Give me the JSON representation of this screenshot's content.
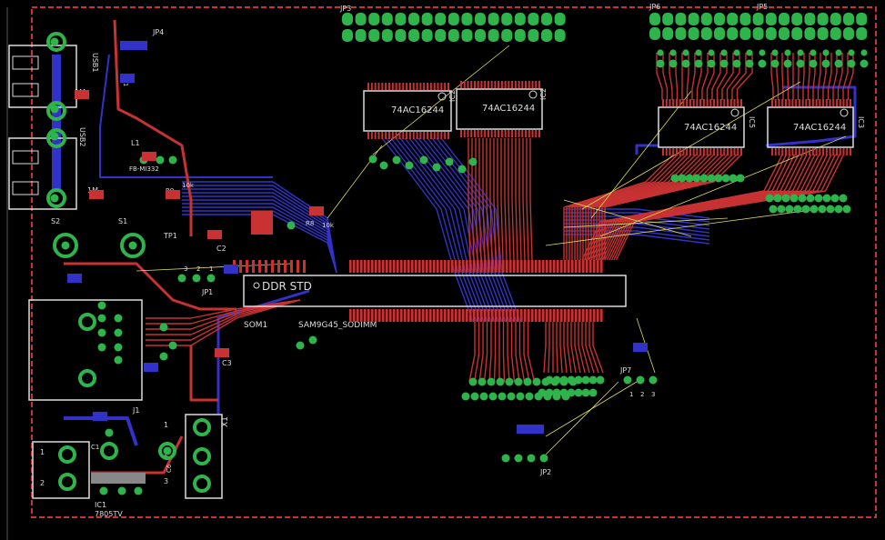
{
  "colors": {
    "background": "#000000",
    "border": "#c83232",
    "top_copper": "#c83232",
    "bottom_copper": "#3232c8",
    "pad": "#2eb44a",
    "silk": "#dcdcdc",
    "airwire": "#dcdc5a"
  },
  "labels": {
    "jp3": "JP3",
    "jp6": "JP6",
    "jp5": "JP5",
    "jp4": "JP4",
    "usb1": "USB1",
    "usb2": "USB2",
    "r1m_a": "1M",
    "r1m_b": "1M",
    "l1": "L1",
    "l1_part": "FB-MI332",
    "r9": "R9",
    "r9_val": "10k",
    "r8": "R8",
    "r8_val": "10k",
    "s2": "S2",
    "s1": "S1",
    "tp1": "TP1",
    "c2": "C2",
    "c3": "C3",
    "jp1": "JP1",
    "jp1_p1": "3",
    "jp1_p2": "2",
    "jp1_p3": "1",
    "ddr": "DDR STD",
    "som1": "SOM1",
    "sam": "SAM9G45_SODIMM",
    "ic1": "IC1",
    "ic1_part": "7805TV",
    "x1": "X1",
    "x1_p1": "1",
    "x1_p2": "2",
    "x1_p3": "3",
    "jp7": "JP7",
    "jp7_p1": "1",
    "jp7_p2": "2",
    "jp7_p3": "3",
    "jp2": "JP2",
    "j1": "J1",
    "c6": "C6",
    "c1": "C1",
    "pwr_p1": "1",
    "pwr_p2": "2",
    "ic2": "IC2",
    "ic3": "IC3",
    "ic5": "IC5",
    "chip": "74AC16244",
    "r1_small": "R1"
  },
  "ics": [
    {
      "ref": "IC2",
      "part": "74AC16244"
    },
    {
      "ref": "IC2",
      "part": "74AC16244"
    },
    {
      "ref": "IC5",
      "part": "74AC16244"
    },
    {
      "ref": "IC3",
      "part": "74AC16244"
    }
  ]
}
